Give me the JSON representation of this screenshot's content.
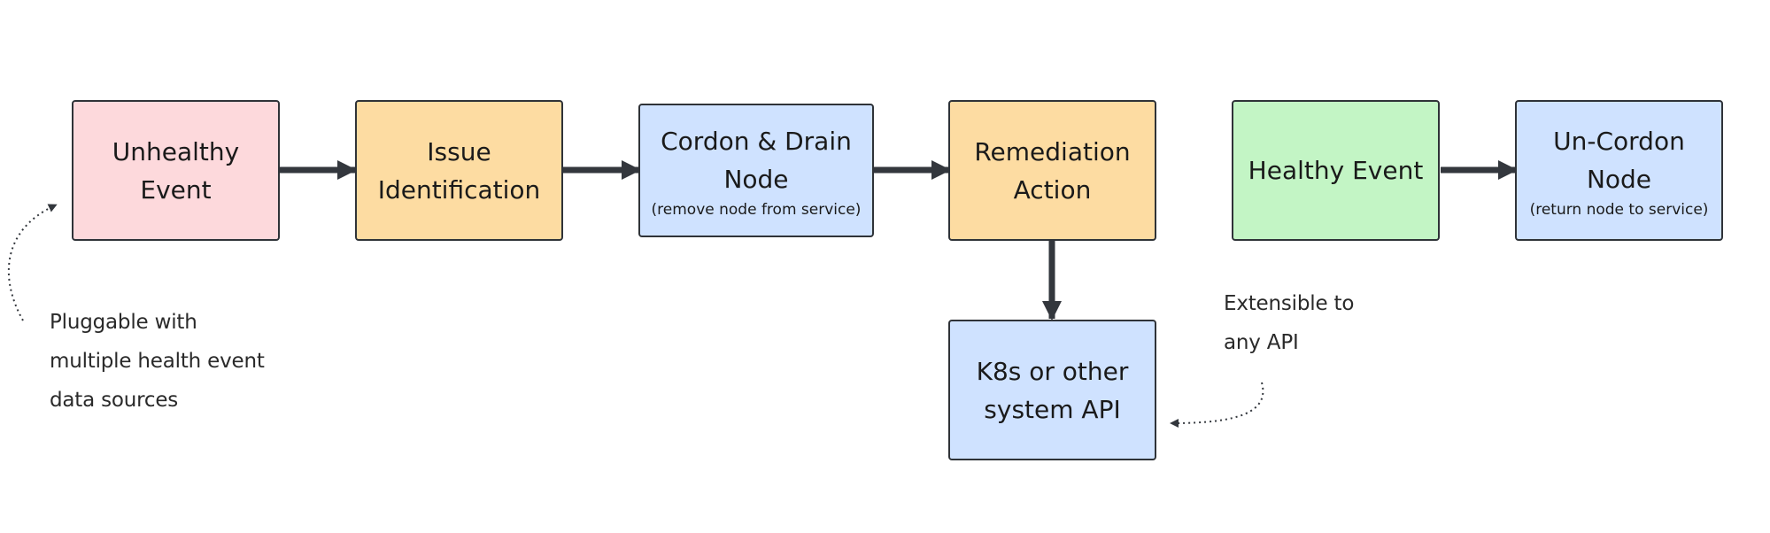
{
  "nodes": {
    "unhealthy_event": {
      "label": "Unhealthy\nEvent"
    },
    "issue_identification": {
      "label": "Issue\nIdentification"
    },
    "cordon_drain": {
      "label": "Cordon & Drain\nNode",
      "sub": "(remove node from service)"
    },
    "remediation_action": {
      "label": "Remediation\nAction"
    },
    "system_api": {
      "label": "K8s or other\nsystem API"
    },
    "healthy_event": {
      "label": "Healthy Event"
    },
    "uncordon": {
      "label": "Un-Cordon\nNode",
      "sub": "(return node to service)"
    }
  },
  "notes": {
    "pluggable": "Pluggable with\nmultiple health event\ndata sources",
    "extensible": "Extensible to\nany API"
  },
  "colors": {
    "unhealthy": "#fdd9dc",
    "process": "#fddca2",
    "node_state": "#cfe2ff",
    "healthy": "#c3f5c5",
    "arrow": "#33373d"
  }
}
